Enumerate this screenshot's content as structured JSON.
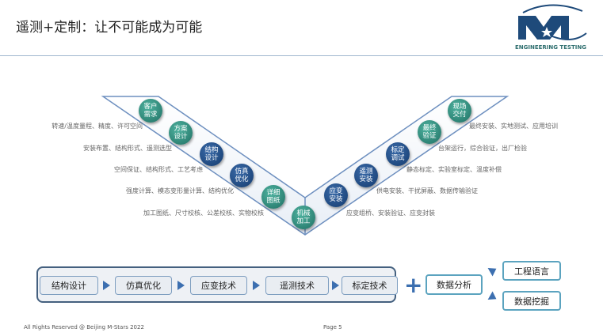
{
  "title": "遥测+定制：让不可能成为可能",
  "logo": {
    "text": "ENGINEERING TESTING",
    "letter": "M"
  },
  "left_nodes": [
    {
      "label": "客户\n需求",
      "color": "teal",
      "desc": "转速/温度量程、精度、许可空间"
    },
    {
      "label": "方案\n设计",
      "color": "teal",
      "desc": "安装布置、结构形式、遥测选型"
    },
    {
      "label": "结构\n设计",
      "color": "navy",
      "desc": "空间保证、结构形式、工艺考虑"
    },
    {
      "label": "仿真\n优化",
      "color": "navy",
      "desc": "强度计算、模态变形量计算、结构优化"
    },
    {
      "label": "详细\n图纸",
      "color": "teal",
      "desc": "加工图纸、尺寸校核、公差校核、实物校核"
    },
    {
      "label": "机械\n加工",
      "color": "teal"
    }
  ],
  "right_nodes": [
    {
      "label": "应变\n安装",
      "color": "navy",
      "desc": "应变组桥、安装验证、应变封装"
    },
    {
      "label": "遥测\n安装",
      "color": "navy",
      "desc": "供电安装、干扰屏蔽、数据传输验证"
    },
    {
      "label": "标定\n调试",
      "color": "navy",
      "desc": "静态标定、实验室标定、温度补偿"
    },
    {
      "label": "最终\n验证",
      "color": "teal",
      "desc": "台架运行，综合验证，出厂检验"
    },
    {
      "label": "现场\n交付",
      "color": "teal",
      "desc": "最终安装、实地测试、应用培训"
    }
  ],
  "flow": [
    "结构设计",
    "仿真优化",
    "应变技术",
    "遥测技术",
    "标定技术"
  ],
  "analysis": "数据分析",
  "outputs": [
    "工程语言",
    "数据挖掘"
  ],
  "footer": {
    "copyright": "All Rights Reserved @ Beijing M-Stars 2022",
    "page": "Page 5"
  }
}
